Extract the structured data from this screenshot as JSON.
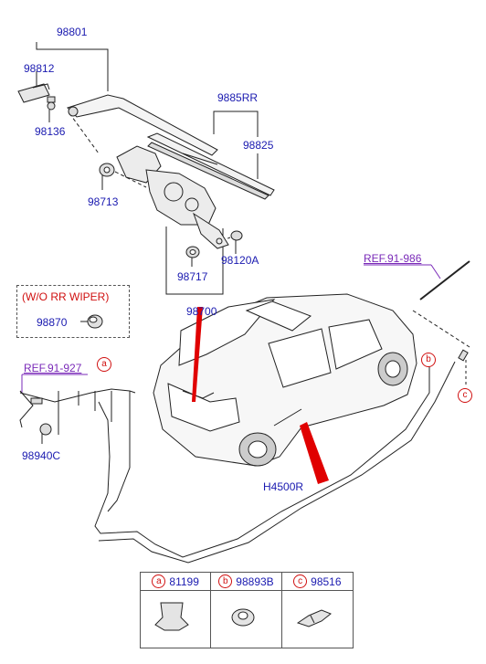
{
  "parts": {
    "p98801": "98801",
    "p98812": "98812",
    "p98136": "98136",
    "p9885RR": "9885RR",
    "p98825": "98825",
    "p98713": "98713",
    "p98717": "98717",
    "p98120A": "98120A",
    "p98700": "98700",
    "p98870": "98870",
    "p98940C": "98940C",
    "pH4500R": "H4500R"
  },
  "refs": {
    "ref_91_986": "REF.91-986",
    "ref_91_927": "REF.91-927"
  },
  "note": {
    "wo_rr_wiper": "(W/O RR WIPER)"
  },
  "callouts": {
    "a": "a",
    "b": "b",
    "c": "c"
  },
  "legend": [
    {
      "mark": "a",
      "part": "81199"
    },
    {
      "mark": "b",
      "part": "98893B"
    },
    {
      "mark": "c",
      "part": "98516"
    }
  ],
  "colors": {
    "part_label": "#1a1ab0",
    "reference": "#7a2ab8",
    "callout": "#d01010",
    "pointer": "#e00000"
  }
}
